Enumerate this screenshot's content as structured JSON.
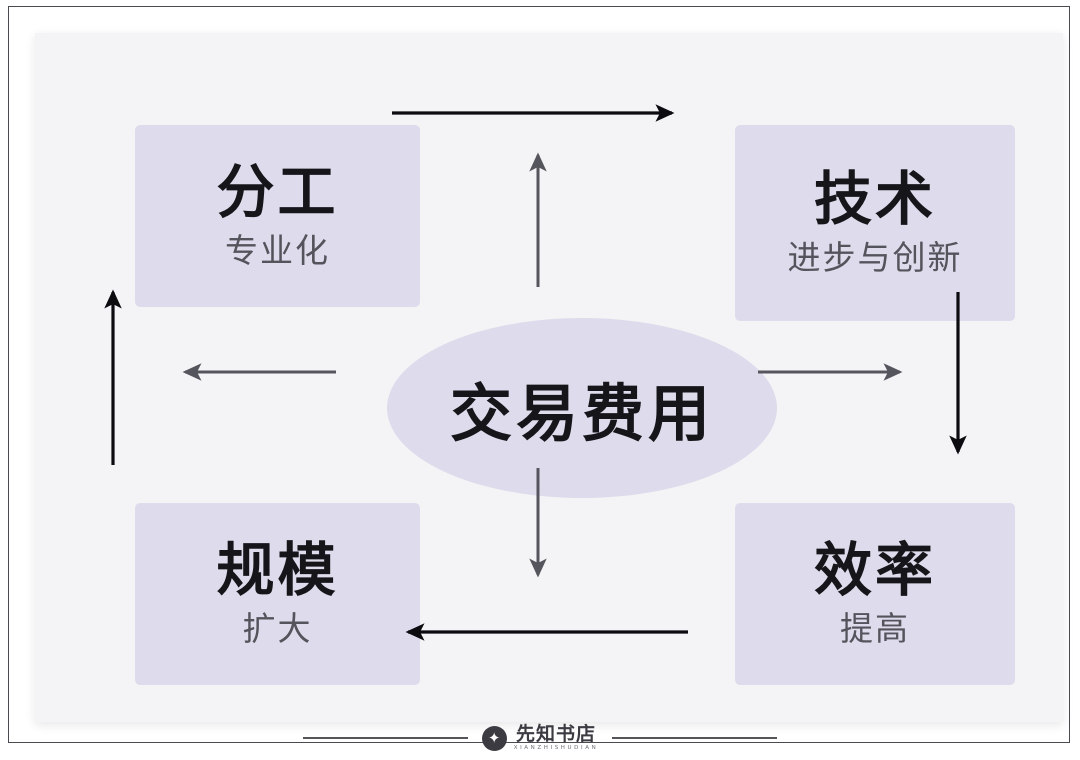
{
  "diagram": {
    "type": "cycle-flow-diagram",
    "center": {
      "label": "交易费用",
      "shape": "ellipse",
      "fill": "#dedcec"
    },
    "nodes": [
      {
        "id": "division",
        "title": "分工",
        "subtitle": "专业化",
        "position": "top-left",
        "fill": "#dedcec"
      },
      {
        "id": "technology",
        "title": "技术",
        "subtitle": "进步与创新",
        "position": "top-right",
        "fill": "#dedcec"
      },
      {
        "id": "scale",
        "title": "规模",
        "subtitle": "扩大",
        "position": "bottom-left",
        "fill": "#dedcec"
      },
      {
        "id": "efficiency",
        "title": "效率",
        "subtitle": "提高",
        "position": "bottom-right",
        "fill": "#dedcec"
      }
    ],
    "outer_arrows": [
      {
        "id": "division-to-technology",
        "from": "division",
        "to": "technology",
        "direction": "right",
        "color": "#0b0b10"
      },
      {
        "id": "technology-to-efficiency",
        "from": "technology",
        "to": "efficiency",
        "direction": "down",
        "color": "#0b0b10"
      },
      {
        "id": "efficiency-to-scale",
        "from": "efficiency",
        "to": "scale",
        "direction": "left",
        "color": "#0b0b10"
      },
      {
        "id": "scale-to-division",
        "from": "scale",
        "to": "division",
        "direction": "up",
        "color": "#0b0b10"
      }
    ],
    "center_arrows": [
      {
        "id": "center-up",
        "direction": "up",
        "color": "#55555d"
      },
      {
        "id": "center-right",
        "direction": "right",
        "color": "#55555d"
      },
      {
        "id": "center-down",
        "direction": "down",
        "color": "#55555d"
      },
      {
        "id": "center-left",
        "direction": "left",
        "color": "#55555d"
      }
    ]
  },
  "footer": {
    "brand_name": "先知书店",
    "brand_latin": "XIANZHISHUDIAN",
    "logo_glyph": "✦"
  }
}
